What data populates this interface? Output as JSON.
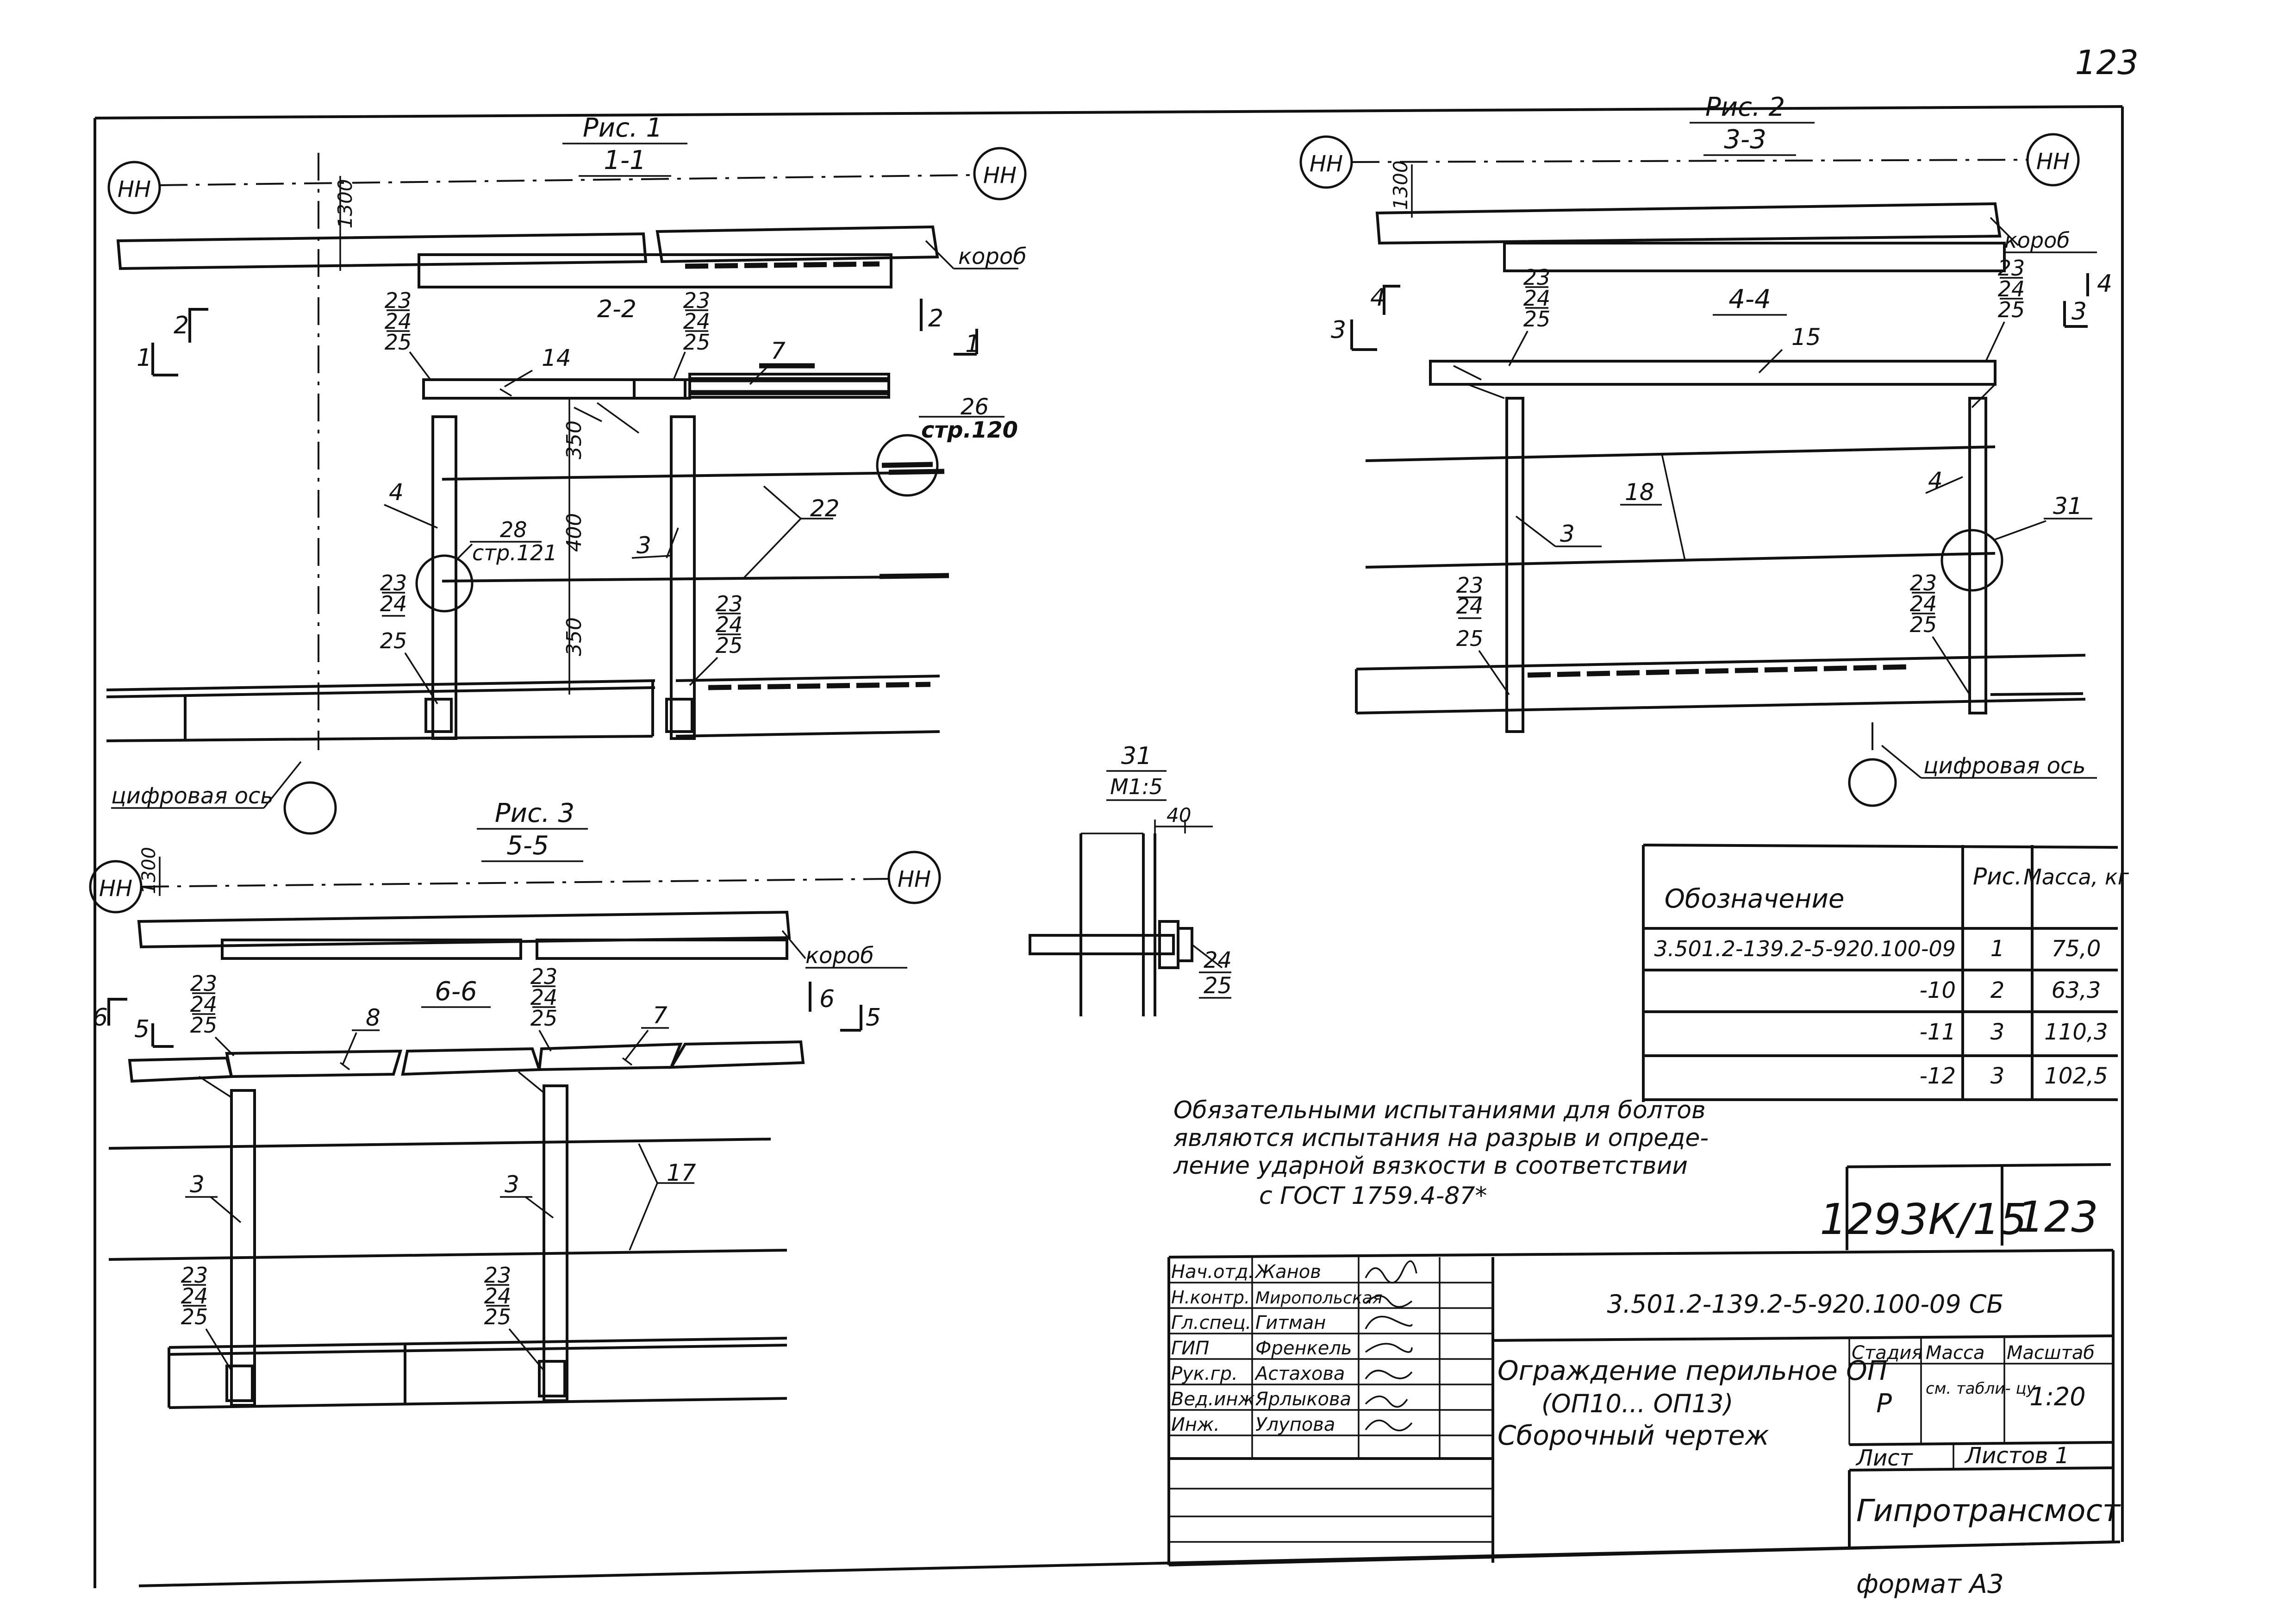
{
  "page_number": "123",
  "axis_marker": "НН",
  "digital_axis": "цифровая ось",
  "korob": "короб",
  "fig1": {
    "title": "Рис. 1",
    "section": "1-1",
    "dim_top": "1300",
    "dims": [
      "350",
      "400",
      "350"
    ],
    "section_22": "2-2",
    "mark_2_left": "2",
    "mark_1_left": "1",
    "mark_2_right": "2",
    "mark_1_right": "1",
    "pos_14": "14",
    "pos_7": "7",
    "pos_4": "4",
    "pos_3": "3",
    "pos_22": "22",
    "ref_26": "26",
    "ref_26_page": "стр.120",
    "ref_28": "28",
    "ref_28_page": "стр.121",
    "stack": [
      "23",
      "24",
      "25"
    ]
  },
  "fig2": {
    "title": "Рис. 2",
    "section": "3-3",
    "dim_top": "1300",
    "section_44": "4-4",
    "mark_4": "4",
    "mark_3": "3",
    "pos_15": "15",
    "pos_4": "4",
    "pos_18": "18",
    "pos_3": "3",
    "pos_31": "31",
    "stack": [
      "23",
      "24",
      "25"
    ]
  },
  "fig3": {
    "title": "Рис. 3",
    "section": "5-5",
    "dim_top": "1300",
    "section_66": "6-6",
    "mark_6": "6",
    "mark_5": "5",
    "pos_8": "8",
    "pos_7": "7",
    "pos_3": "3",
    "pos_17": "17",
    "stack": [
      "23",
      "24",
      "25"
    ]
  },
  "detail31": {
    "title": "31",
    "scale": "М1:5",
    "dim": "40",
    "pos_24": "24",
    "pos_25": "25"
  },
  "spec_table": {
    "headers": [
      "Обозначение",
      "Рис.",
      "Масса, кг"
    ],
    "rows": [
      [
        "3.501.2-139.2-5-920.100-09",
        "1",
        "75,0"
      ],
      [
        "-10",
        "2",
        "63,3"
      ],
      [
        "-11",
        "3",
        "110,3"
      ],
      [
        "-12",
        "3",
        "102,5"
      ]
    ]
  },
  "note": [
    "Обязательными испытаниями для болтов",
    "являются испытания на разрыв и опреде-",
    "ление ударной вязкости в соответствии",
    "с     ГОСТ 1759.4-87*"
  ],
  "album": {
    "code": "1293К/15",
    "page": "123"
  },
  "title_block": {
    "doc_code": "3.501.2-139.2-5-920.100-09 СБ",
    "roles": [
      {
        "role": "Нач.отд.",
        "name": "Жанов"
      },
      {
        "role": "Н.контр.",
        "name": "Миропольская"
      },
      {
        "role": "Гл.спец.",
        "name": "Гитман"
      },
      {
        "role": "ГИП",
        "name": "Френкель"
      },
      {
        "role": "Рук.гр.",
        "name": "Астахова"
      },
      {
        "role": "Вед.инж.",
        "name": "Ярлыкова"
      },
      {
        "role": "Инж.",
        "name": "Улупова"
      }
    ],
    "title_lines": [
      "Ограждение перильное ОП",
      "(ОП10... ОП13)",
      "Сборочный   чертеж"
    ],
    "stage_label": "Стадия",
    "mass_label": "Масса",
    "scale_label": "Масштаб",
    "stage": "Р",
    "mass": "см. табли- цу",
    "scale": "1:20",
    "sheet_label": "Лист",
    "sheets_label": "Листов 1",
    "org": "Гипротрансмост",
    "format": "формат А3"
  }
}
